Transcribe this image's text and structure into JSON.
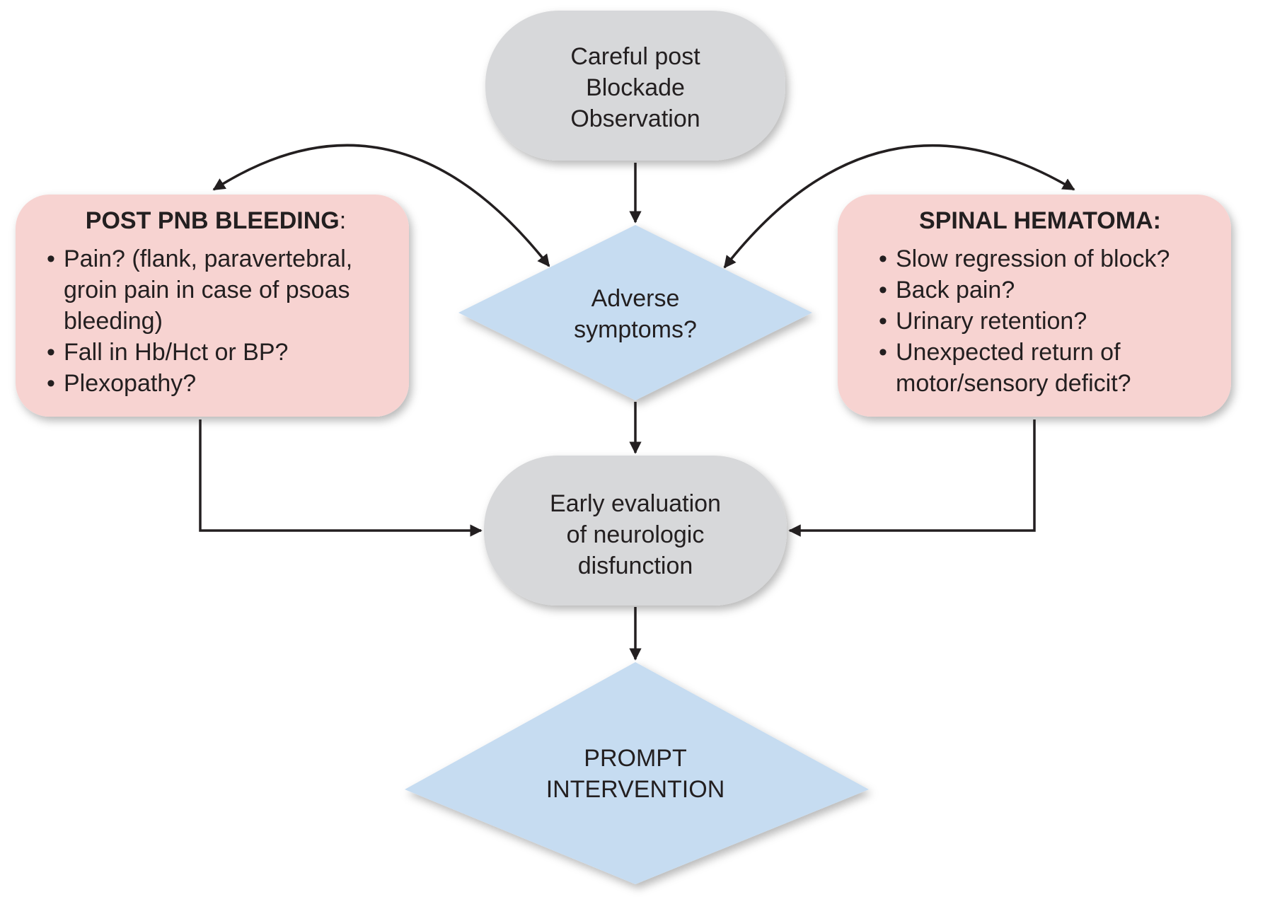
{
  "nodes": {
    "observation": {
      "lines": [
        "Careful post",
        "Blockade",
        "Observation"
      ]
    },
    "adverse": {
      "lines": [
        "Adverse",
        "symptoms?"
      ]
    },
    "evaluation": {
      "lines": [
        "Early evaluation",
        "of neurologic",
        "disfunction"
      ]
    },
    "intervention": {
      "lines": [
        "PROMPT",
        "INTERVENTION"
      ]
    }
  },
  "post_pnb": {
    "title": "POST PNB BLEEDING",
    "title_suffix": ":",
    "items": [
      "Pain? (flank, paravertebral, groin pain in case of psoas bleeding)",
      "Fall in Hb/Hct or BP?",
      "Plexopathy?"
    ]
  },
  "spinal": {
    "title": "SPINAL HEMATOMA:",
    "items": [
      "Slow regression of block?",
      "Back pain?",
      "Urinary retention?",
      "Unexpected return of motor/sensory deficit?"
    ]
  },
  "colors": {
    "gray_node": "#d7d8da",
    "blue_diamond": "#c6dcf1",
    "pink_box": "#f7d3d1",
    "stroke": "#231f20"
  }
}
